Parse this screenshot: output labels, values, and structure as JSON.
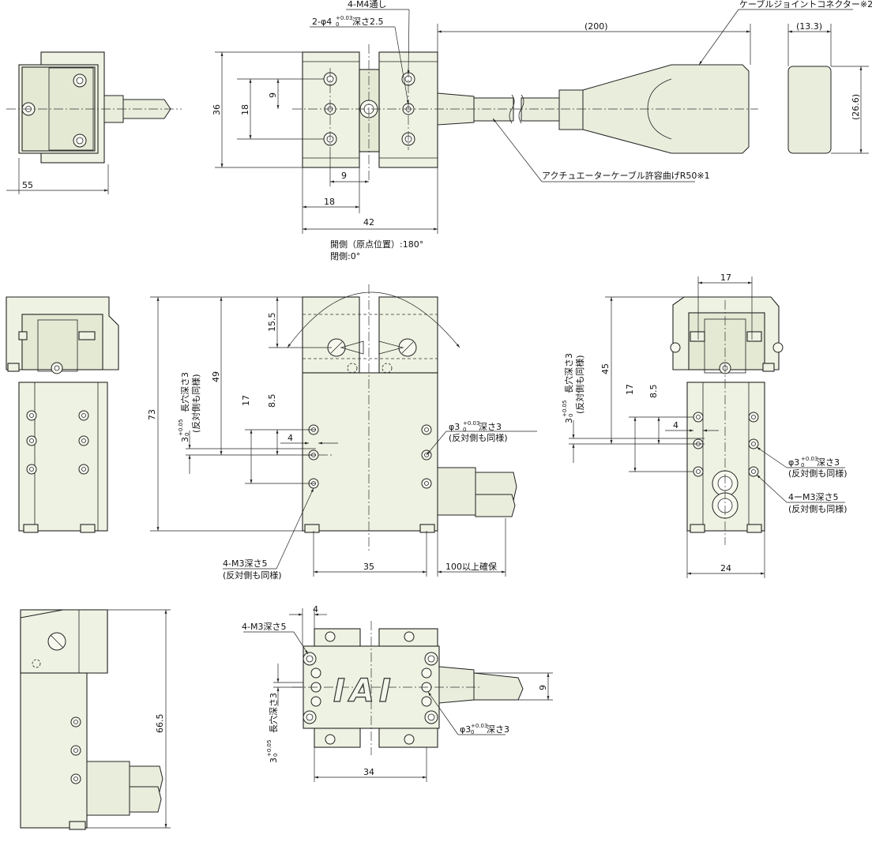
{
  "dimensions": {
    "d55": "55",
    "d36": "36",
    "d18v": "18",
    "d9v": "9",
    "d9h": "9",
    "d18h": "18",
    "d42": "42",
    "d200": "(200)",
    "d13_3": "(13.3)",
    "d26_6": "(26.6)",
    "d73": "73",
    "d49": "49",
    "d15_5": "15.5",
    "d17a": "17",
    "d8_5a": "8.5",
    "d4a": "4",
    "d35": "35",
    "d100": "100以上確保",
    "d17top": "17",
    "d45": "45",
    "d17b": "17",
    "d8_5b": "8.5",
    "d4b": "4",
    "d24": "24",
    "d66_5": "66.5",
    "d4c": "4",
    "d9c": "9",
    "d34": "34"
  },
  "notes": {
    "m4_thru": "4-M4通し",
    "pin_hole_main": "2-φ4",
    "pin_hole_tol_top": "+0.03",
    "pin_hole_tol_bot": "0",
    "pin_hole_depth": "深さ2.5",
    "cable_joint": "ケーブルジョイントコネクター※2",
    "cable_bend": "アクチュエーターケーブル許容曲げR50※1",
    "open_side": "開側（原点位置）:180°",
    "closed_side": "閉側:0°",
    "slot_main": "3",
    "slot_tol_top": "+0.05",
    "slot_tol_bot": "0",
    "slot_text": "長穴深さ3",
    "slot_opposite": "(反対側も同様)",
    "phi3_main": "φ3",
    "phi3_tol_top": "+0.03",
    "phi3_tol_bot": "0",
    "phi3_depth": "深さ3",
    "phi3_opposite": "(反対側も同様)",
    "m3_front": "4-M3深さ5",
    "m3_front_opposite": "(反対側も同様)",
    "m3_side": "4ーM3深さ5",
    "m3_side_opposite": "(反対側も同様)",
    "phi3_side_main": "φ3",
    "phi3_side_depth": "深さ3",
    "phi3_side_opposite": "(反対側も同様)",
    "m3_bottom": "4-M3深さ5",
    "phi3_bottom_main": "φ3",
    "phi3_bottom_depth": "深さ3",
    "slot_bottom_main": "3",
    "slot_bottom_text": "長穴深さ3"
  },
  "logo": "IAI",
  "colors": {
    "body_fill": "#eef2e2",
    "line": "#222222"
  }
}
